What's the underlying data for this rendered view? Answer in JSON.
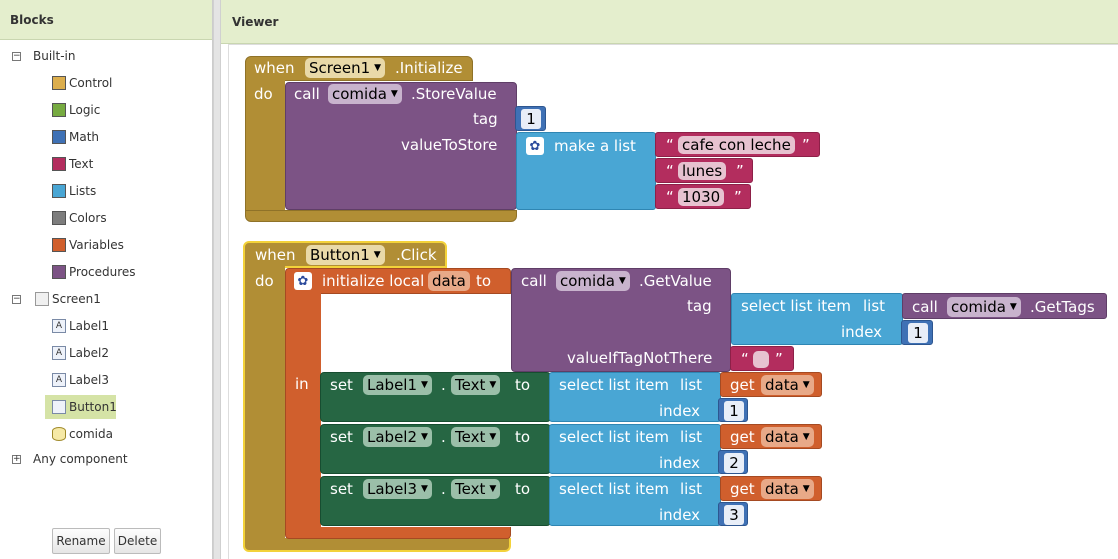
{
  "blocks_panel": {
    "title": "Blocks",
    "builtin": {
      "label": "Built-in",
      "items": [
        {
          "label": "Control",
          "color": "#dcae4d"
        },
        {
          "label": "Logic",
          "color": "#77ab41"
        },
        {
          "label": "Math",
          "color": "#3f71b5"
        },
        {
          "label": "Text",
          "color": "#b32d5e"
        },
        {
          "label": "Lists",
          "color": "#49a6d4"
        },
        {
          "label": "Colors",
          "color": "#7d7d7d"
        },
        {
          "label": "Variables",
          "color": "#d05f2d"
        },
        {
          "label": "Procedures",
          "color": "#7c5385"
        }
      ]
    },
    "screen": {
      "label": "Screen1",
      "components": [
        "Label1",
        "Label2",
        "Label3",
        "Button1",
        "comida"
      ],
      "selected": "Button1"
    },
    "any_component": "Any component",
    "rename_button": "Rename",
    "delete_button": "Delete"
  },
  "viewer": {
    "title": "Viewer",
    "event1": {
      "when": "when",
      "component": "Screen1",
      "event": ".Initialize",
      "do": "do",
      "call": {
        "call": "call",
        "component": "comida",
        "method": ".StoreValue",
        "tag_label": "tag",
        "tag_value": "1",
        "value_label": "valueToStore",
        "make_list": "make a list",
        "items": [
          "cafe con leche",
          "lunes",
          "1030"
        ]
      }
    },
    "event2": {
      "when": "when",
      "component": "Button1",
      "event": ".Click",
      "do": "do",
      "init": {
        "label": "initialize local",
        "var": "data",
        "to": "to",
        "in": "in",
        "getvalue": {
          "call": "call",
          "component": "comida",
          "method": ".GetValue",
          "tag_label": "tag",
          "select": "select list item",
          "list_label": "list",
          "index_label": "index",
          "gettags": {
            "call": "call",
            "component": "comida",
            "method": ".GetTags"
          },
          "index_value": "1",
          "notthere_label": "valueIfTagNotThere"
        }
      },
      "sets": [
        {
          "set": "set",
          "component": "Label1",
          "dot": ".",
          "prop": "Text",
          "to": "to",
          "select": "select list item",
          "list": "list",
          "get": "get",
          "var": "data",
          "index_label": "index",
          "index": "1"
        },
        {
          "set": "set",
          "component": "Label2",
          "dot": ".",
          "prop": "Text",
          "to": "to",
          "select": "select list item",
          "list": "list",
          "get": "get",
          "var": "data",
          "index_label": "index",
          "index": "2"
        },
        {
          "set": "set",
          "component": "Label3",
          "dot": ".",
          "prop": "Text",
          "to": "to",
          "select": "select list item",
          "list": "list",
          "get": "get",
          "var": "data",
          "index_label": "index",
          "index": "3"
        }
      ]
    },
    "colors": {
      "control": "#b18e35",
      "procedure": "#7c5385",
      "list": "#49a6d4",
      "text": "#b32d5e",
      "variable": "#d05f2d",
      "setter": "#266643",
      "math": "#3f71b5"
    }
  }
}
